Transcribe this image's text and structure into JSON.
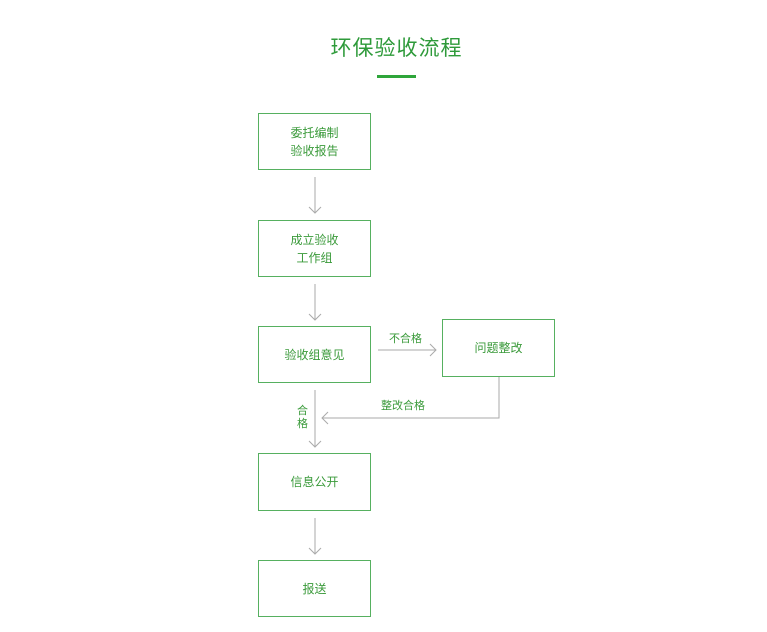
{
  "title": "环保验收流程",
  "steps": [
    {
      "line1": "委托编制",
      "line2": "验收报告"
    },
    {
      "line1": "成立验收",
      "line2": "工作组"
    },
    {
      "line1": "验收组意见"
    },
    {
      "line1": "信息公开"
    },
    {
      "line1": "报送"
    }
  ],
  "side_step": "问题整改",
  "labels": {
    "fail": "不合格",
    "fixed": "整改合格",
    "pass_1": "合",
    "pass_2": "格"
  },
  "colors": {
    "accent": "#2ea53a",
    "text": "#3a9a3a",
    "arrow": "#aaaaaa"
  }
}
